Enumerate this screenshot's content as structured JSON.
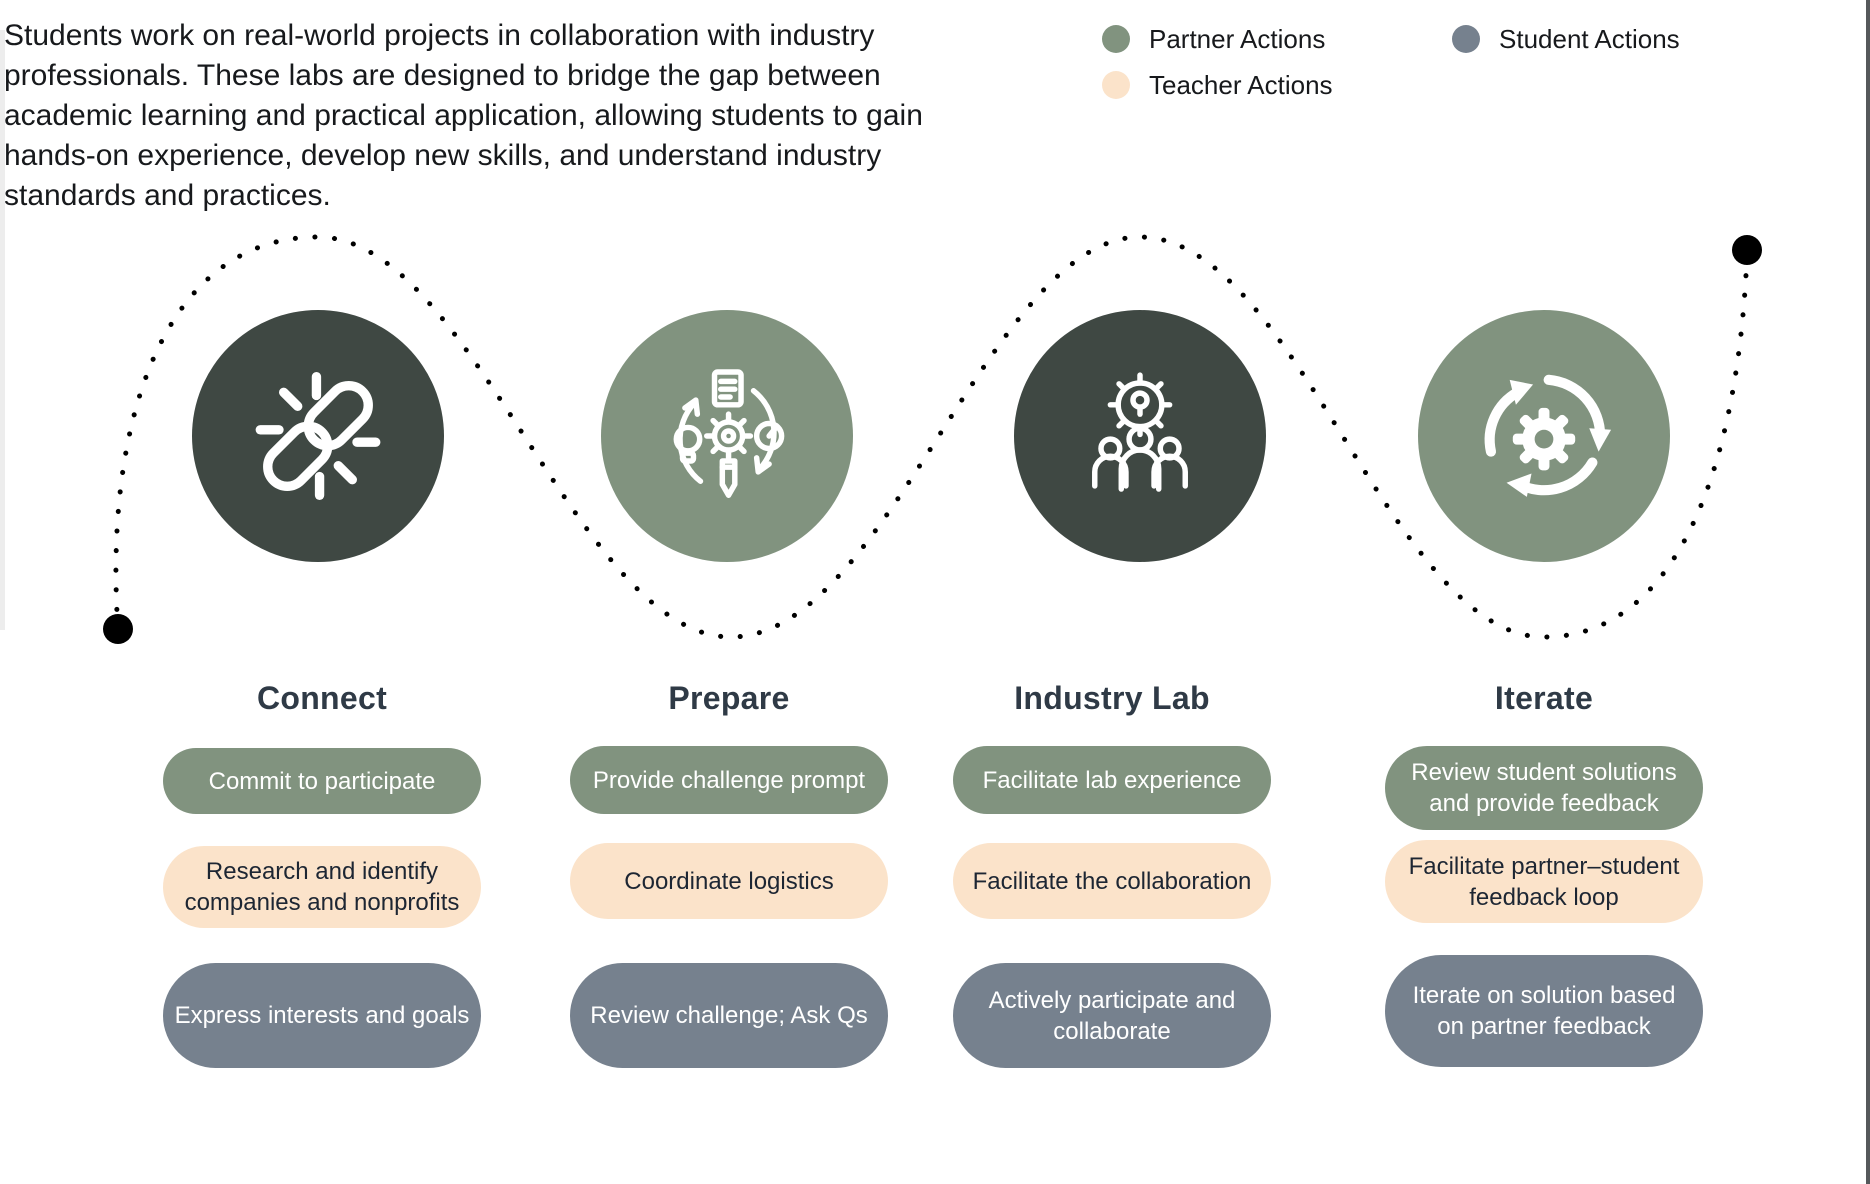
{
  "intro": {
    "lines": [
      "Students work on real-world projects in collaboration with industry",
      "professionals. These labs are designed to bridge the gap between",
      "academic learning and practical application, allowing students to gain",
      "hands-on experience, develop new skills, and understand industry",
      "standards and practices."
    ]
  },
  "legend": {
    "items": [
      {
        "label": "Partner Actions",
        "role": "partner"
      },
      {
        "label": "Student Actions",
        "role": "student"
      },
      {
        "label": "Teacher Actions",
        "role": "teacher"
      }
    ]
  },
  "colors": {
    "partner": "#81937F",
    "teacher": "#FBE3CA",
    "student": "#76818E",
    "stage_dark": "#3F4843",
    "stage_green": "#81937F",
    "title_text": "#2F3A46",
    "dotted_line": "#000000"
  },
  "stages": [
    {
      "title": "Connect",
      "icon": "broken-chain-icon",
      "actions": [
        {
          "role": "partner",
          "label": "Commit to participate"
        },
        {
          "role": "teacher",
          "label": "Research and identify companies and nonprofits"
        },
        {
          "role": "student",
          "label": "Express interests and goals"
        }
      ]
    },
    {
      "title": "Prepare",
      "icon": "planning-cycle-icon",
      "actions": [
        {
          "role": "partner",
          "label": "Provide challenge prompt"
        },
        {
          "role": "teacher",
          "label": "Coordinate logistics"
        },
        {
          "role": "student",
          "label": "Review challenge; Ask Qs"
        }
      ]
    },
    {
      "title": "Industry Lab",
      "icon": "team-gear-icon",
      "actions": [
        {
          "role": "partner",
          "label": "Facilitate lab experience"
        },
        {
          "role": "teacher",
          "label": "Facilitate the collaboration"
        },
        {
          "role": "student",
          "label": "Actively participate and collaborate"
        }
      ]
    },
    {
      "title": "Iterate",
      "icon": "iterate-gear-icon",
      "actions": [
        {
          "role": "partner",
          "label": "Review student solutions and provide feedback"
        },
        {
          "role": "teacher",
          "label": "Facilitate partner–student feedback loop"
        },
        {
          "role": "student",
          "label": "Iterate on solution based on partner feedback"
        }
      ]
    }
  ]
}
